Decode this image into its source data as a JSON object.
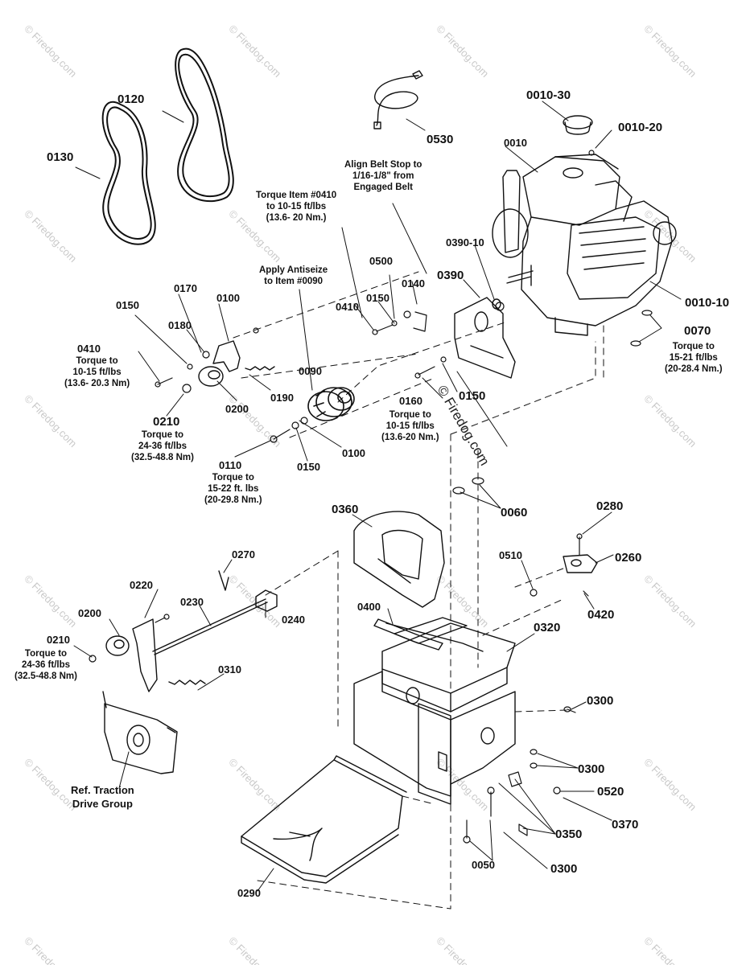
{
  "watermark": "© Firedog.com",
  "center_watermark": "© Firedog.com",
  "parts": {
    "p0010": "0010",
    "p0010_10": "0010-10",
    "p0010_20": "0010-20",
    "p0010_30": "0010-30",
    "p0050": "0050",
    "p0060": "0060",
    "p0070": "0070",
    "p0090": "0090",
    "p0100a": "0100",
    "p0100b": "0100",
    "p0110": "0110",
    "p0120": "0120",
    "p0130": "0130",
    "p0140": "0140",
    "p0150a": "0150",
    "p0150b": "0150",
    "p0150c": "0150",
    "p0150d": "0150",
    "p0160": "0160",
    "p0170": "0170",
    "p0180": "0180",
    "p0190": "0190",
    "p0200a": "0200",
    "p0200b": "0200",
    "p0210a": "0210",
    "p0210b": "0210",
    "p0220": "0220",
    "p0230": "0230",
    "p0240": "0240",
    "p0260": "0260",
    "p0270": "0270",
    "p0280": "0280",
    "p0290": "0290",
    "p0300a": "0300",
    "p0300b": "0300",
    "p0300c": "0300",
    "p0310": "0310",
    "p0320": "0320",
    "p0350": "0350",
    "p0360": "0360",
    "p0370": "0370",
    "p0390": "0390",
    "p0390_10": "0390-10",
    "p0400": "0400",
    "p0410a": "0410",
    "p0410b": "0410",
    "p0420": "0420",
    "p0500": "0500",
    "p0510": "0510",
    "p0520": "0520",
    "p0530": "0530"
  },
  "notes": {
    "align_belt": [
      "Align Belt Stop to",
      "1/16-1/8\" from",
      "Engaged Belt"
    ],
    "torque_0410_top": [
      "Torque Item #0410",
      "to 10-15 ft/lbs",
      "(13.6- 20 Nm.)"
    ],
    "antiseize": [
      "Apply Antiseize",
      "to Item #0090"
    ],
    "torque_0410_left": [
      "Torque to",
      "10-15 ft/lbs",
      "(13.6- 20.3 Nm)"
    ],
    "torque_0210_top": [
      "Torque to",
      "24-36 ft/lbs",
      "(32.5-48.8 Nm)"
    ],
    "torque_0110": [
      "Torque to",
      "15-22 ft. lbs",
      "(20-29.8 Nm.)"
    ],
    "torque_0160": [
      "Torque to",
      "10-15 ft/lbs",
      "(13.6-20 Nm.)"
    ],
    "torque_0070": [
      "Torque to",
      "15-21 ft/lbs",
      "(20-28.4 Nm.)"
    ],
    "torque_0210_bottom": [
      "Torque to",
      "24-36 ft/lbs",
      "(32.5-48.8 Nm)"
    ],
    "traction_ref": [
      "Ref. Traction",
      "Drive Group"
    ]
  }
}
